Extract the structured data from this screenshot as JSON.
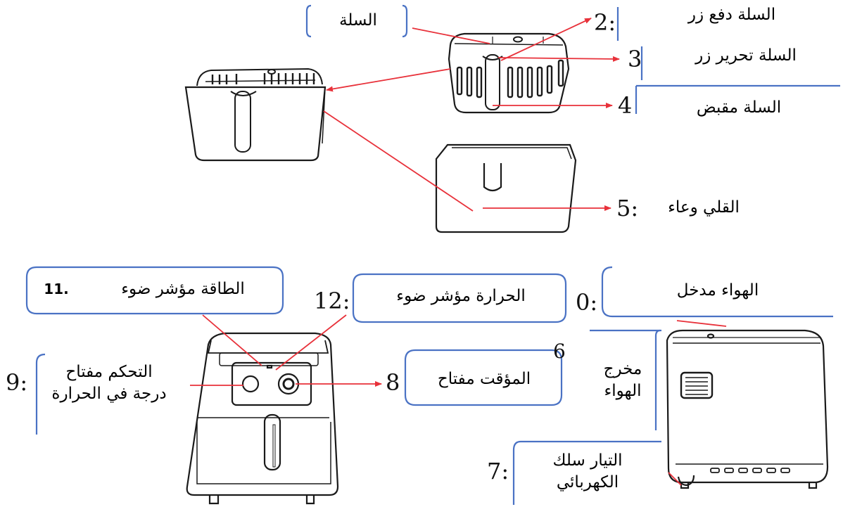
{
  "labels": {
    "basket": "السلة",
    "basket_push_button": "السلة دفع زر",
    "basket_release_button": "السلة تحرير زر",
    "basket_handle": "السلة مقبض",
    "frying_pot": "القلي وعاء",
    "air_inlet": "الهواء مدخل",
    "air_outlet": "مخرج الهواء",
    "power_cord": "التيار سلك الكهربائي",
    "timer_knob": "المؤقت مفتاح",
    "temp_knob": "التحكم مفتاح درجة في الحرارة",
    "power_light": "الطاقة مؤشر ضوء",
    "power_light_num": "11.",
    "heat_light": "الحرارة مؤشر ضوء"
  },
  "numbers": {
    "n2": "2:",
    "n3": "3",
    "n4": "4",
    "n5": "5:",
    "n0": "0:",
    "n6": "6",
    "n7": "7:",
    "n8": "8",
    "n9": "9:",
    "n12": "12:"
  },
  "colors": {
    "leader_line": "#e8313a",
    "callout_border": "#4a72c4",
    "drawing_stroke": "#1a1a1a"
  }
}
